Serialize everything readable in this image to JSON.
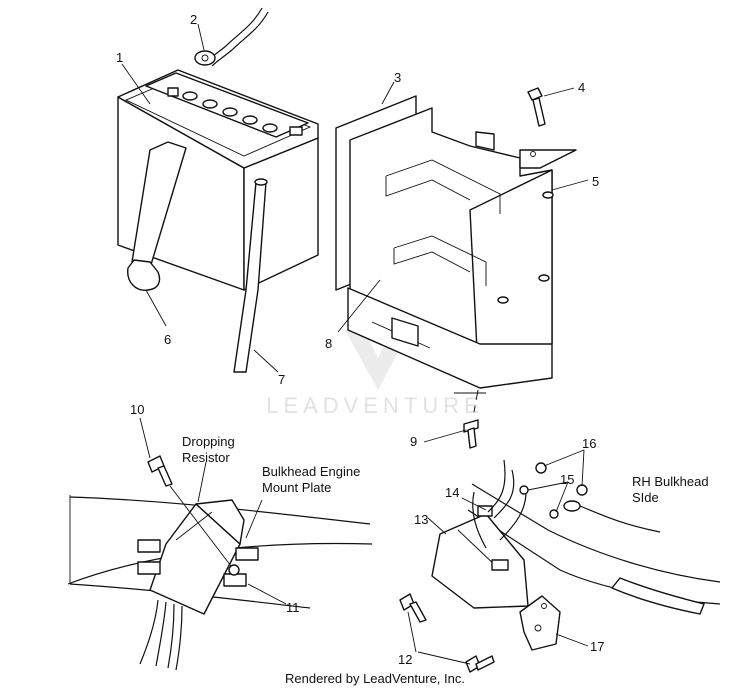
{
  "callouts": {
    "c1": "1",
    "c2": "2",
    "c3": "3",
    "c4": "4",
    "c5": "5",
    "c6": "6",
    "c7": "7",
    "c8": "8",
    "c9": "9",
    "c10": "10",
    "c11": "11",
    "c12": "12",
    "c13": "13",
    "c14": "14",
    "c15": "15",
    "c16": "16",
    "c17": "17"
  },
  "labels": {
    "dropping_resistor": [
      "Dropping",
      "Resistor"
    ],
    "bulkhead_plate": [
      "Bulkhead Engine",
      "Mount Plate"
    ],
    "rh_bulkhead": [
      "RH Bulkhead",
      "SIde"
    ]
  },
  "watermark": "LEADVENTURE",
  "footer": "Rendered by LeadVenture, Inc."
}
